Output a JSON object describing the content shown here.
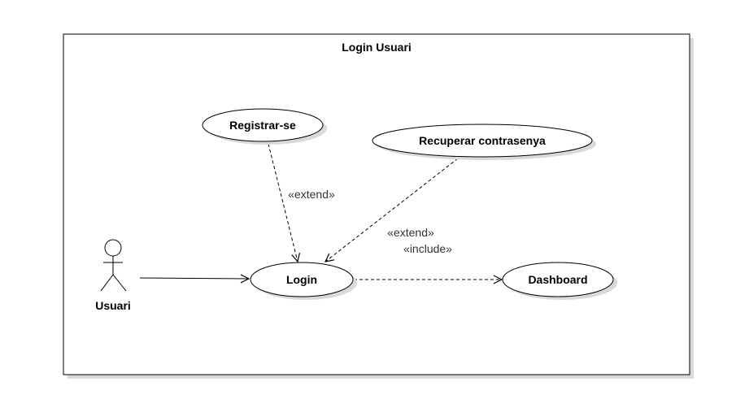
{
  "system": {
    "title": "Login Usuari"
  },
  "actor": {
    "name": "Usuari"
  },
  "use_cases": {
    "registrar": "Registrar-se",
    "recuperar": "Recuperar contrasenya",
    "login": "Login",
    "dashboard": "Dashboard"
  },
  "relations": {
    "registrar_extend": "«extend»",
    "recuperar_extend": "«extend»",
    "dashboard_include": "«include»"
  },
  "colors": {
    "line": "#000000",
    "shadow": "#d9d9d9",
    "fill": "#ffffff"
  }
}
